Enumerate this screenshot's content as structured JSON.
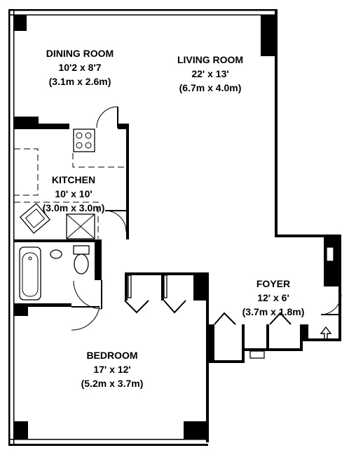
{
  "rooms": {
    "dining": {
      "name": "DINING ROOM",
      "imperial": "10'2 x 8'7",
      "metric": "(3.1m x 2.6m)"
    },
    "living": {
      "name": "LIVING ROOM",
      "imperial": "22' x 13'",
      "metric": "(6.7m x 4.0m)"
    },
    "kitchen": {
      "name": "KITCHEN",
      "imperial": "10' x 10'",
      "metric": "(3.0m x 3.0m)"
    },
    "foyer": {
      "name": "FOYER",
      "imperial": "12' x 6'",
      "metric": "(3.7m x 1.8m)"
    },
    "bedroom": {
      "name": "BEDROOM",
      "imperial": "17' x 12'",
      "metric": "(5.2m x 3.7m)"
    }
  },
  "colors": {
    "wall": "#000000",
    "background": "#ffffff"
  },
  "icons": {
    "entry": "entry-arrow-icon"
  }
}
